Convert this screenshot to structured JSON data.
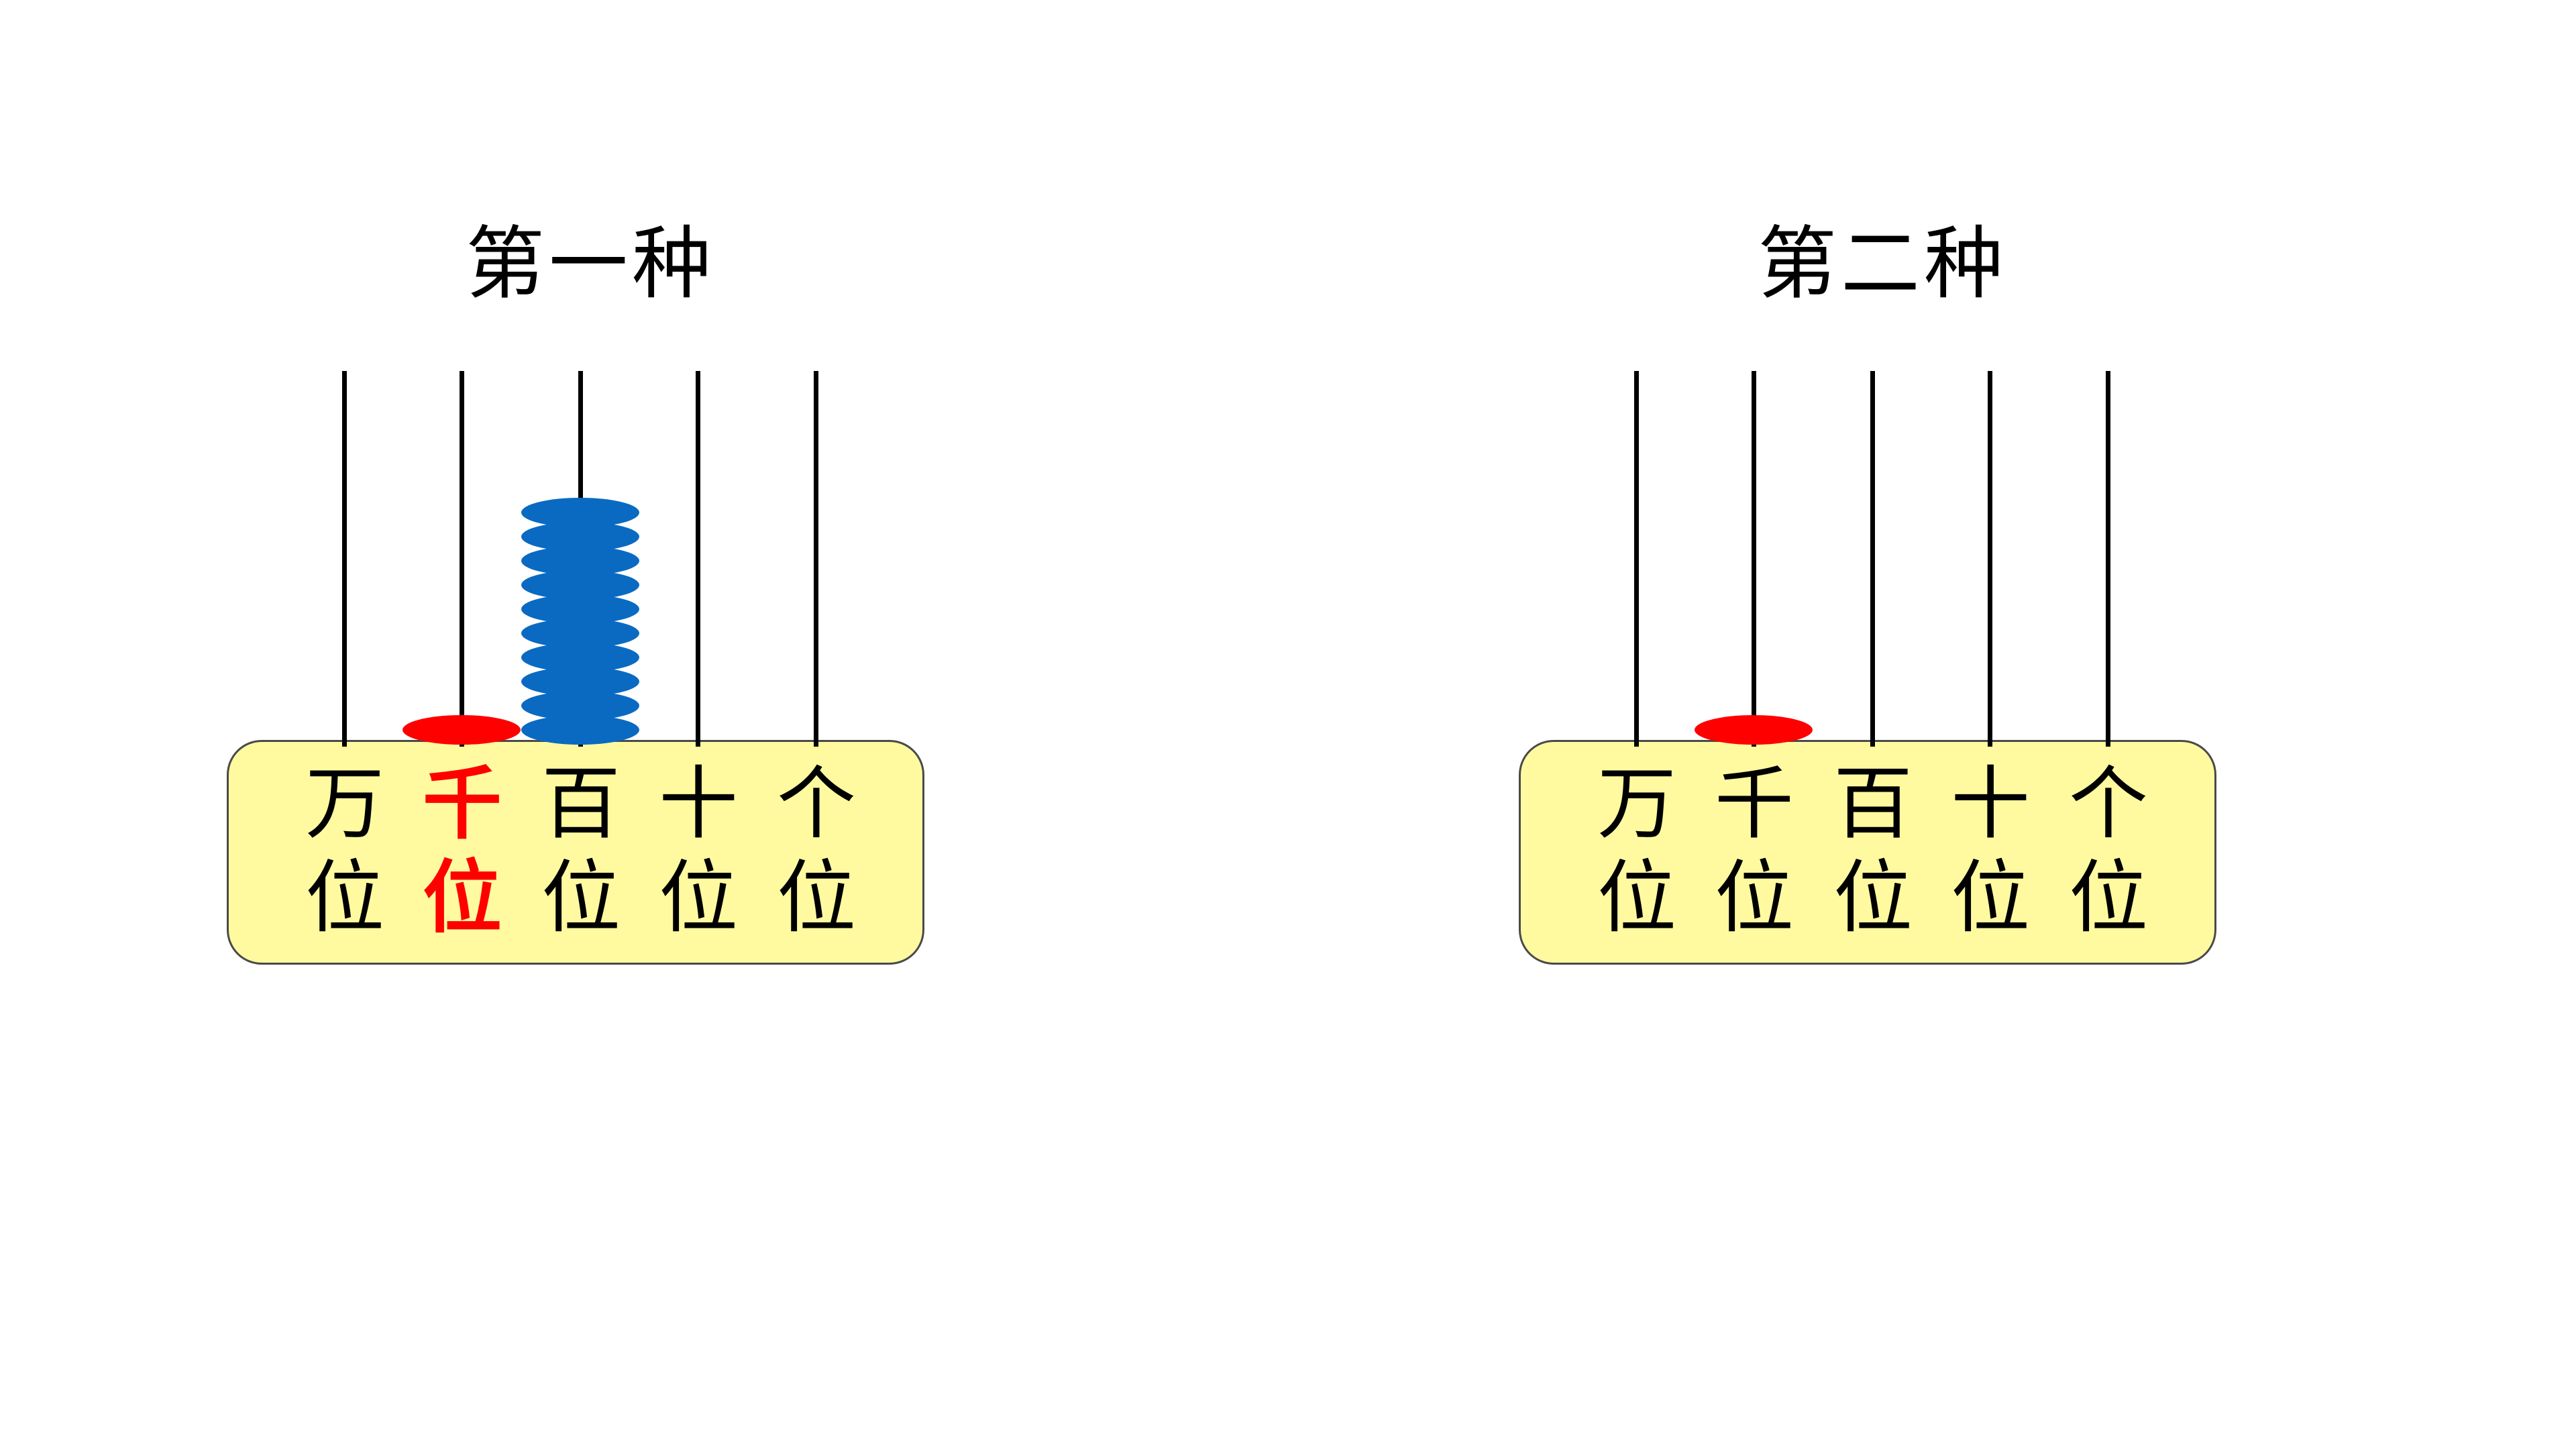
{
  "colors": {
    "background": "#ffffff",
    "label_box": "#fffaa0",
    "rod": "#000000",
    "red_bead": "#ff0000",
    "blue_bead": "#0a6ac2",
    "highlight_text": "#ff0000"
  },
  "abaci": [
    {
      "title": "第一种",
      "columns": [
        {
          "place": "万",
          "suffix": "位",
          "beads": 0,
          "bead_color": "",
          "highlight": false
        },
        {
          "place": "千",
          "suffix": "位",
          "beads": 1,
          "bead_color": "red",
          "highlight": true
        },
        {
          "place": "百",
          "suffix": "位",
          "beads": 10,
          "bead_color": "blue",
          "highlight": false
        },
        {
          "place": "十",
          "suffix": "位",
          "beads": 0,
          "bead_color": "",
          "highlight": false
        },
        {
          "place": "个",
          "suffix": "位",
          "beads": 0,
          "bead_color": "",
          "highlight": false
        }
      ]
    },
    {
      "title": "第二种",
      "columns": [
        {
          "place": "万",
          "suffix": "位",
          "beads": 0,
          "bead_color": "",
          "highlight": false
        },
        {
          "place": "千",
          "suffix": "位",
          "beads": 1,
          "bead_color": "red",
          "highlight": false
        },
        {
          "place": "百",
          "suffix": "位",
          "beads": 0,
          "bead_color": "",
          "highlight": false
        },
        {
          "place": "十",
          "suffix": "位",
          "beads": 0,
          "bead_color": "",
          "highlight": false
        },
        {
          "place": "个",
          "suffix": "位",
          "beads": 0,
          "bead_color": "",
          "highlight": false
        }
      ]
    }
  ]
}
